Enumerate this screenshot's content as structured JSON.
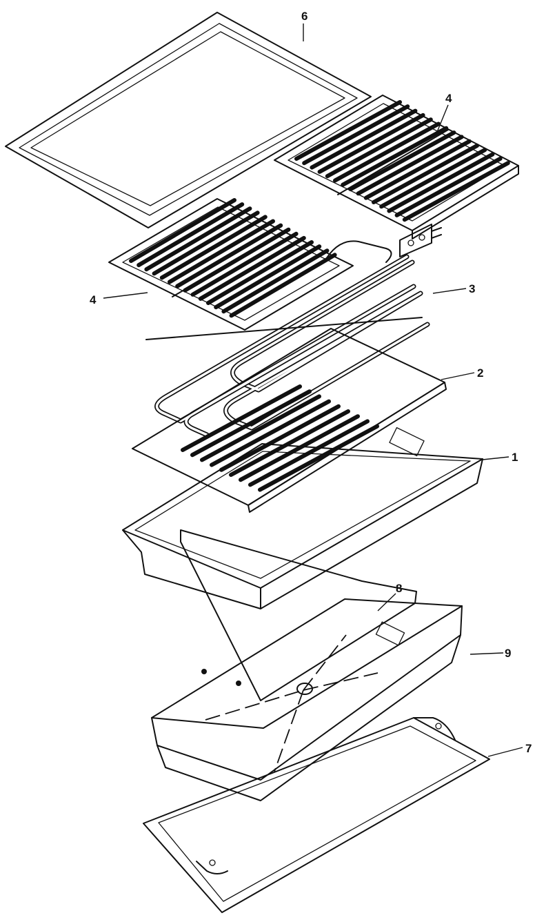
{
  "callouts": {
    "part_1": "1",
    "part_2": "2",
    "part_3": "3",
    "part_4_right": "4",
    "part_4_left": "4",
    "part_6": "6",
    "part_7": "7",
    "part_8": "8",
    "part_9": "9"
  },
  "colors": {
    "ink": "#111111",
    "paper": "#ffffff"
  }
}
